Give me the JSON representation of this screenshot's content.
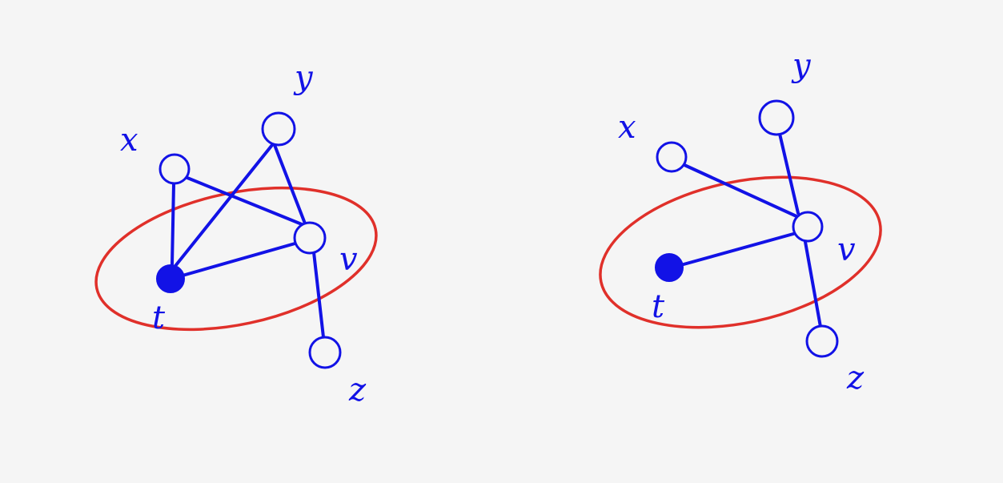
{
  "colors": {
    "ink": "#1212e6",
    "highlight": "#e0302a",
    "background": "#f5f5f5"
  },
  "left_graph": {
    "labels": {
      "x": "x",
      "y": "y",
      "t": "t",
      "v": "v",
      "z": "z"
    },
    "filled_node": "t",
    "edges": [
      [
        "x",
        "t"
      ],
      [
        "x",
        "v"
      ],
      [
        "y",
        "t"
      ],
      [
        "y",
        "v"
      ],
      [
        "t",
        "v"
      ],
      [
        "v",
        "z"
      ]
    ],
    "circled_group": [
      "t"
    ]
  },
  "right_graph": {
    "labels": {
      "x": "x",
      "y": "y",
      "t": "t",
      "v": "v",
      "z": "z"
    },
    "filled_node": "t",
    "edges": [
      [
        "x",
        "v"
      ],
      [
        "y",
        "v"
      ],
      [
        "t",
        "v"
      ],
      [
        "v",
        "z"
      ]
    ],
    "circled_group": [
      "t",
      "v"
    ]
  }
}
